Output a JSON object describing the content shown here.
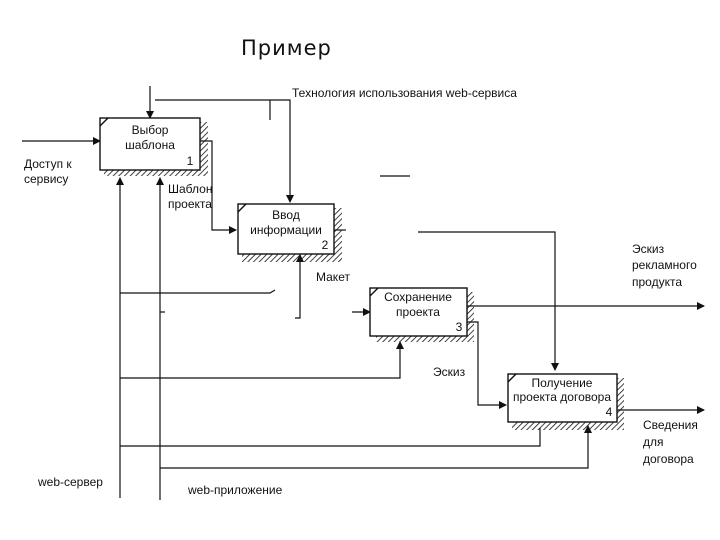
{
  "title": "Пример",
  "boxes": [
    {
      "line1": "Выбор",
      "line2": "шаблона",
      "number": "1"
    },
    {
      "line1": "Ввод",
      "line2": "информации",
      "number": "2"
    },
    {
      "line1": "Сохранение",
      "line2": "проекта",
      "number": "3"
    },
    {
      "line1": "Получение",
      "line2": "проекта договора",
      "number": "4"
    }
  ],
  "arrows": {
    "control_technology": "Технология использования web-сервиса",
    "input_access_1": "Доступ к",
    "input_access_2": "сервису",
    "template_1": "Шаблон",
    "template_2": "проекта",
    "maket": "Макет",
    "sketch": "Эскиз",
    "out_ad_1": "Эскиз",
    "out_ad_2": "рекламного",
    "out_ad_3": "продукта",
    "out_contract_1": "Сведения",
    "out_contract_2": "для",
    "out_contract_3": "договора",
    "mech_server": "web-сервер",
    "mech_app": "web-приложение"
  }
}
